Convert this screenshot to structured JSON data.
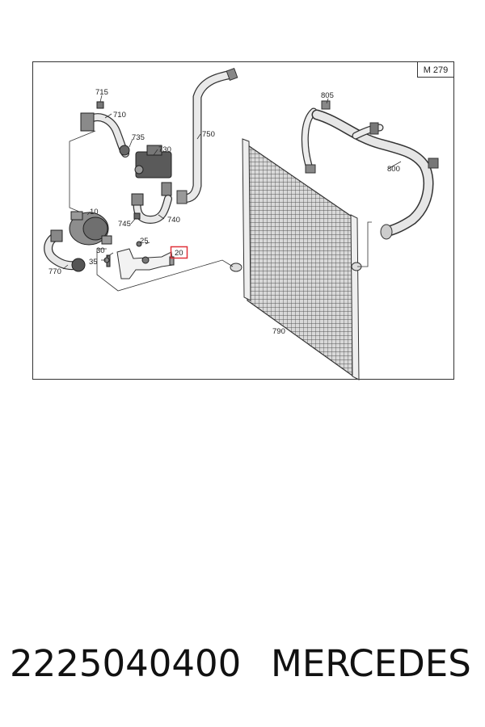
{
  "diagram": {
    "ref_code": "M 279",
    "labels": {
      "p715": "715",
      "p710": "710",
      "p735": "735",
      "p730": "730",
      "p750": "750",
      "p805": "805",
      "p800": "800",
      "p10": "10",
      "p745": "745",
      "p740": "740",
      "p30": "30",
      "p25": "25",
      "p20": "20",
      "p35": "35",
      "p770": "770",
      "p790": "790"
    },
    "highlight_color": "#e0323a"
  },
  "caption": {
    "part_number": "2225040400",
    "brand": "MERCEDES"
  }
}
